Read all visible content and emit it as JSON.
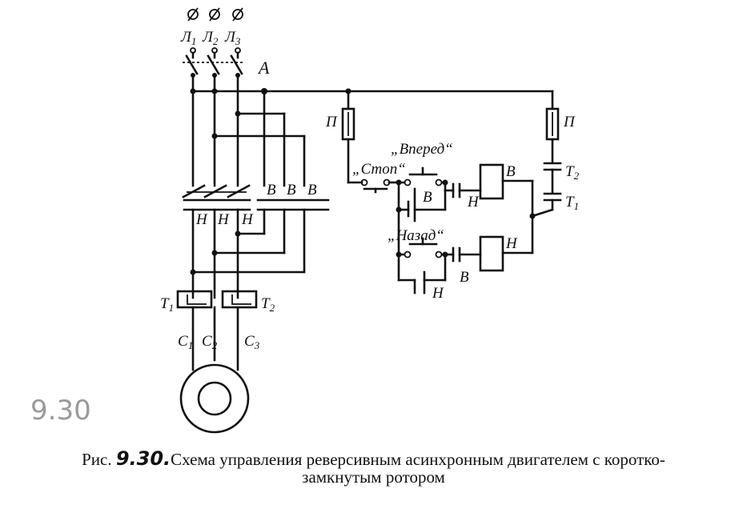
{
  "terminals": {
    "l1": "Л",
    "l1_sub": "1",
    "l2": "Л",
    "l2_sub": "2",
    "l3": "Л",
    "l3_sub": "3"
  },
  "switch_label": "А",
  "fuse_label": "П",
  "contact_labels": {
    "v": "В",
    "n": "Н"
  },
  "buttons": {
    "stop": "„Стоп“",
    "forward": "„Вперед“",
    "back": "„Назад“"
  },
  "relay_labels": {
    "t": "Т",
    "t1_sub": "1",
    "t2_sub": "2"
  },
  "motor_leads": {
    "c": "С",
    "c1_sub": "1",
    "c2_sub": "2",
    "c3_sub": "3"
  },
  "handwritten_number": "9.30",
  "caption": {
    "prefix": "Рис.",
    "number": "9.30.",
    "line1": "Схема управления реверсивным асинхронным двигателем с коротко-",
    "line2": "замкнутым    ротором"
  }
}
